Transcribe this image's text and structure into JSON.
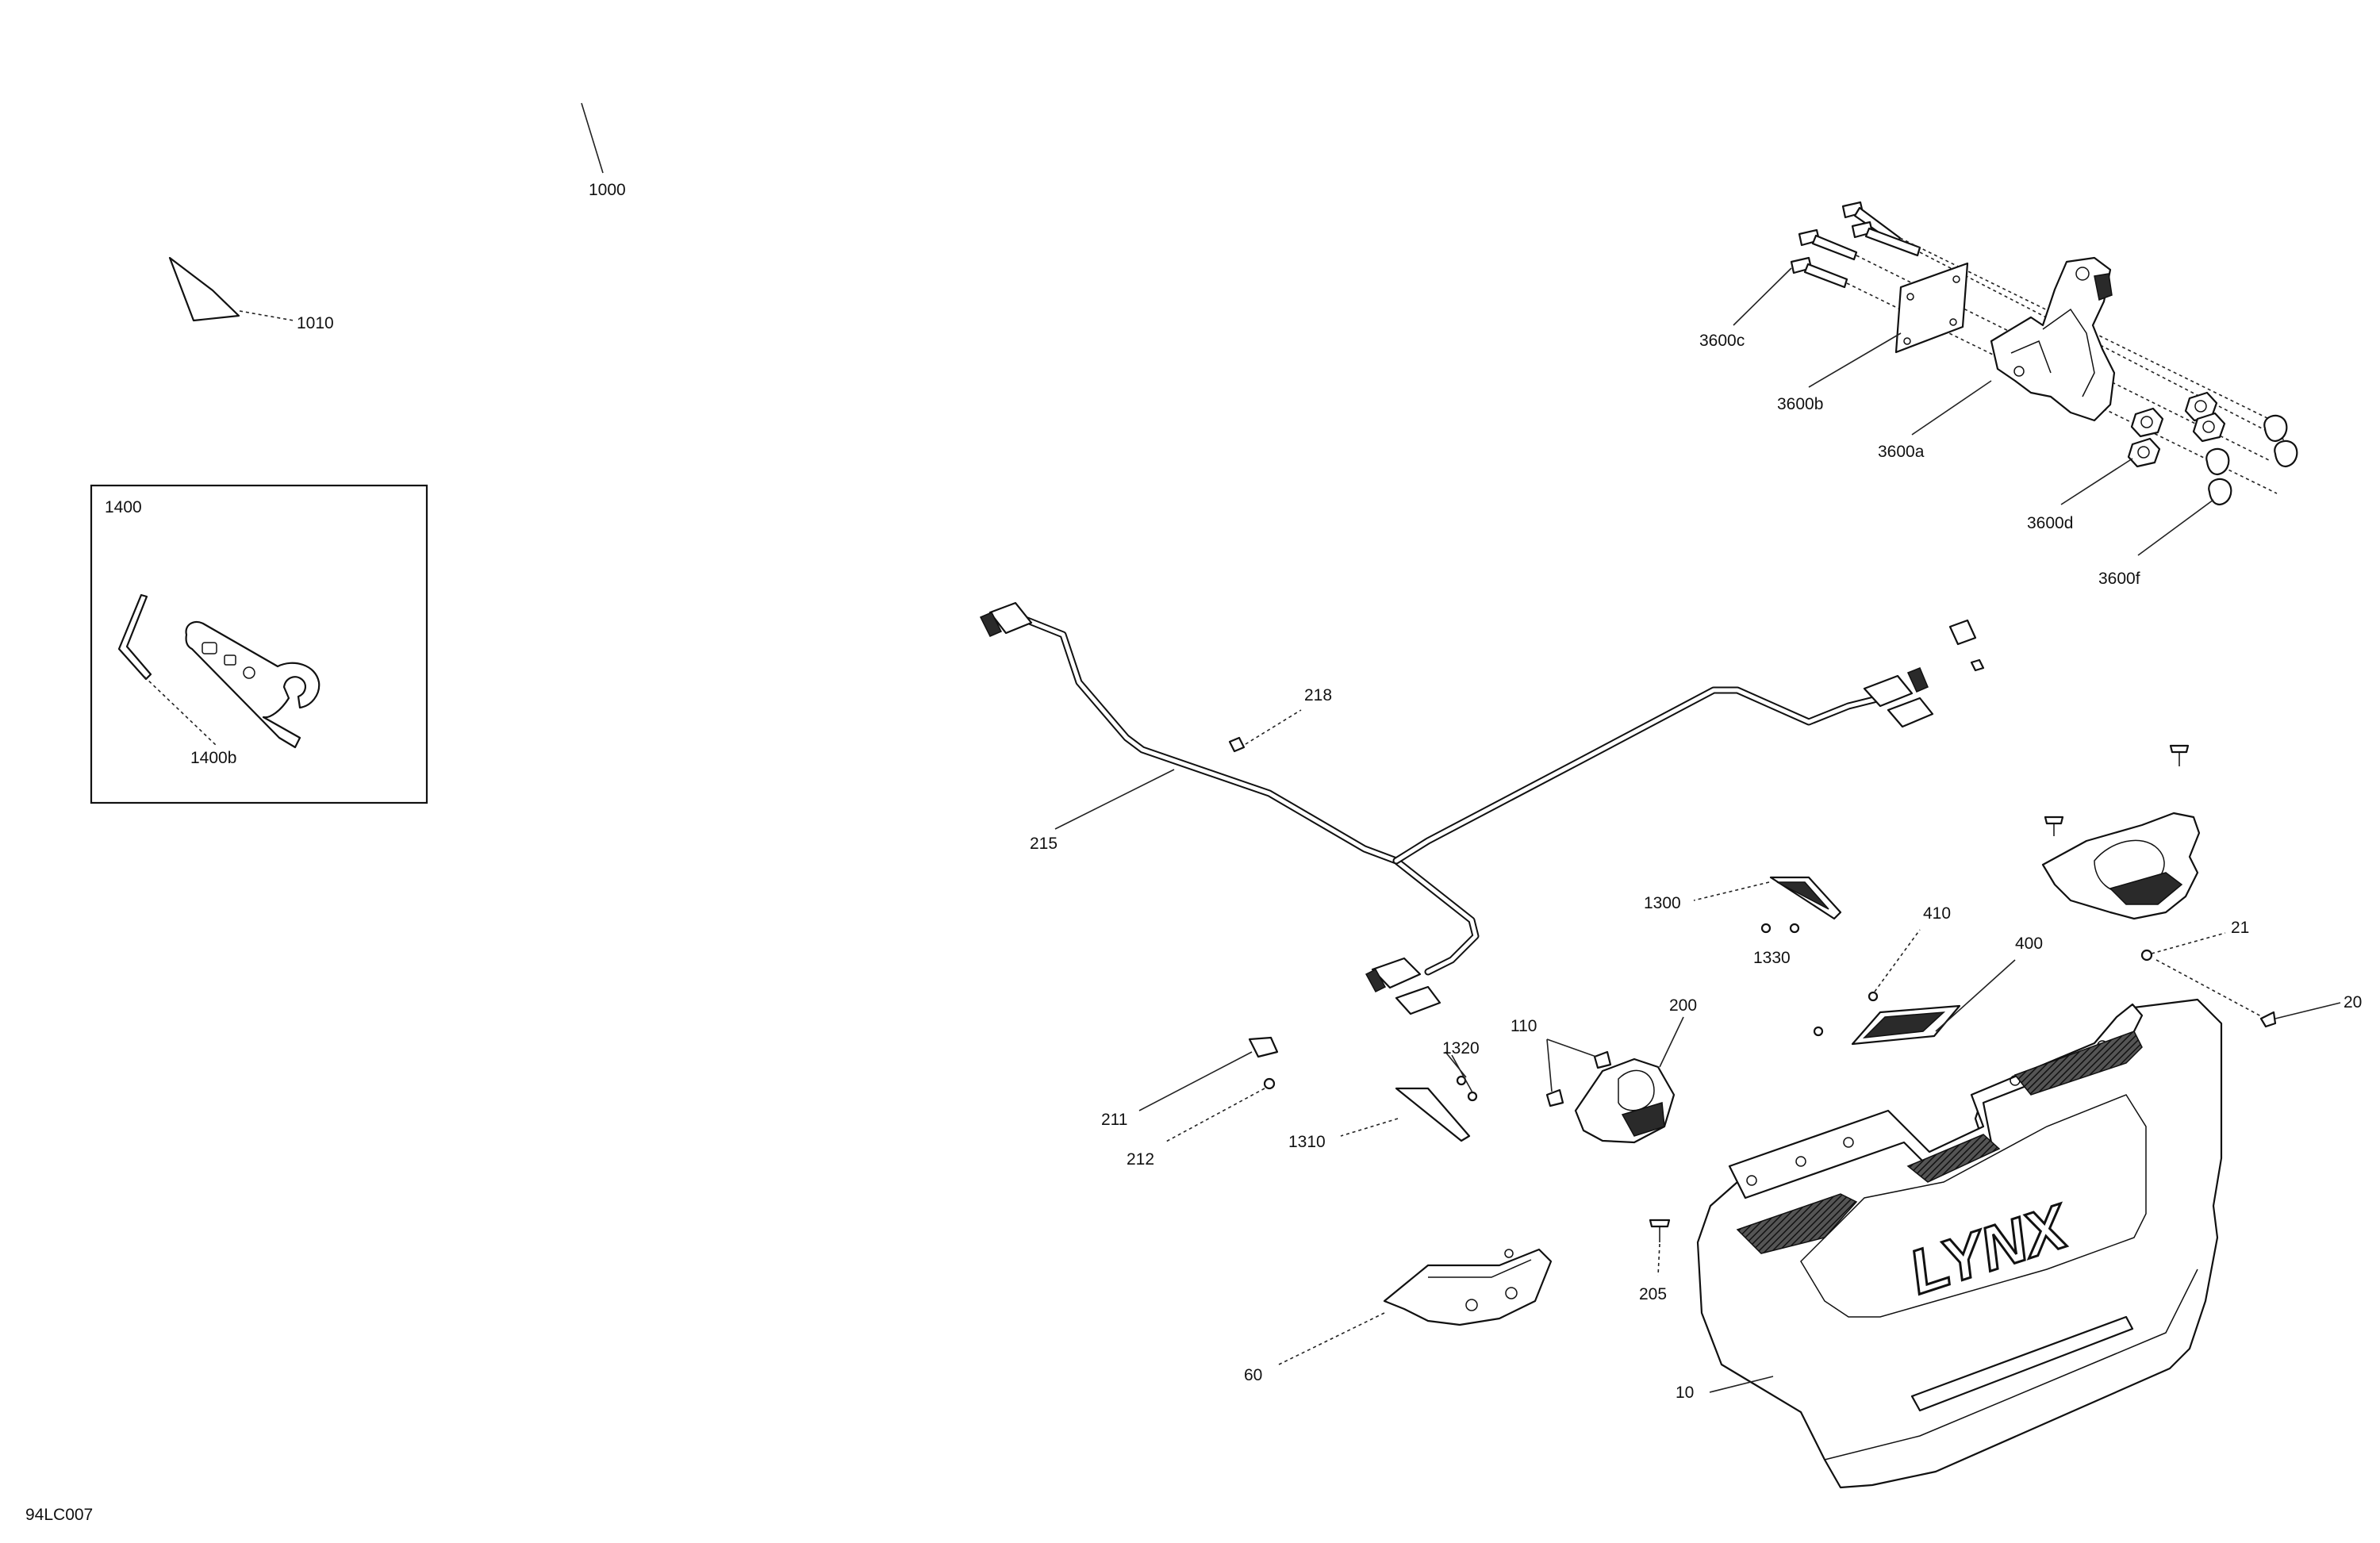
{
  "drawing_code": "94LC007",
  "callouts": {
    "c1000": "1000",
    "c1010": "1010",
    "c1400": "1400",
    "c1400b": "1400b",
    "c3600c": "3600c",
    "c3600b": "3600b",
    "c3600a": "3600a",
    "c3600d": "3600d",
    "c3600f": "3600f",
    "c218": "218",
    "c215": "215",
    "c1300": "1300",
    "c1330": "1330",
    "c410": "410",
    "c400": "400",
    "c21": "21",
    "c20": "20",
    "c110": "110",
    "c200": "200",
    "c1320": "1320",
    "c211": "211",
    "c212": "212",
    "c1310": "1310",
    "c205": "205",
    "c60": "60",
    "c10": "10"
  },
  "logo_text": "LYNX"
}
